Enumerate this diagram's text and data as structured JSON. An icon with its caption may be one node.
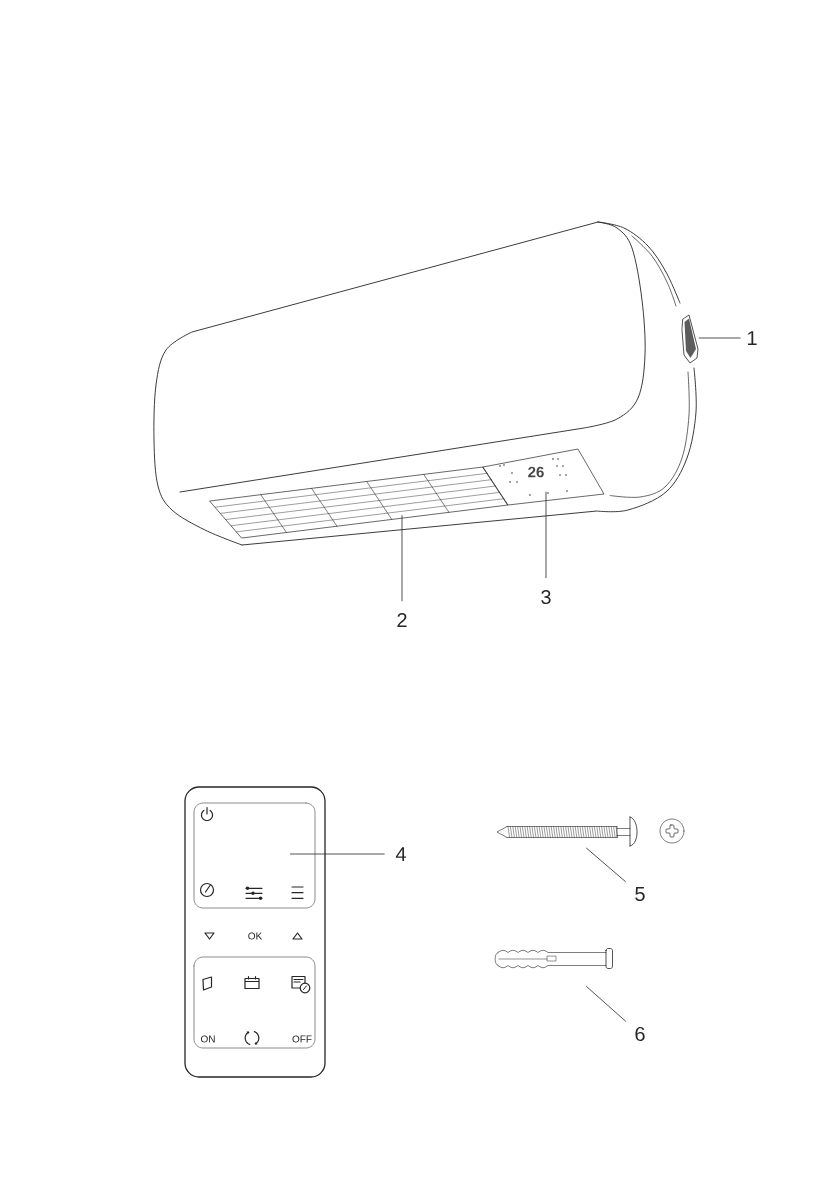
{
  "diagram": {
    "nodes": [
      {
        "text": [
          "1"
        ]
      },
      {
        "text": [],
        "shape": "picture"
      },
      {
        "text": [
          "2"
        ]
      },
      {
        "text": [],
        "shape": "picture"
      },
      {
        "text": [
          "3"
        ]
      },
      {
        "text": [],
        "shape": "picture"
      },
      {
        "text": [
          "4"
        ]
      },
      {
        "text": [],
        "shape": "box"
      },
      {
        "text": [
          "5"
        ]
      },
      {
        "text": [],
        "shape": "picture"
      },
      {
        "text": [
          "6"
        ]
      },
      {
        "text": [],
        "shape": "picture"
      }
    ],
    "edges": [
      {
        "from": 0,
        "to": 1,
        "arrow": "none"
      },
      {
        "from": 2,
        "to": 3,
        "arrow": "none"
      },
      {
        "from": 4,
        "to": 5,
        "arrow": "none"
      },
      {
        "from": 6,
        "to": 7,
        "arrow": "none"
      },
      {
        "from": 8,
        "to": 9,
        "arrow": "none"
      },
      {
        "from": 10,
        "to": 11,
        "arrow": "none"
      }
    ],
    "labels": [
      "26",
      "OK",
      "ON",
      "OFF"
    ]
  }
}
